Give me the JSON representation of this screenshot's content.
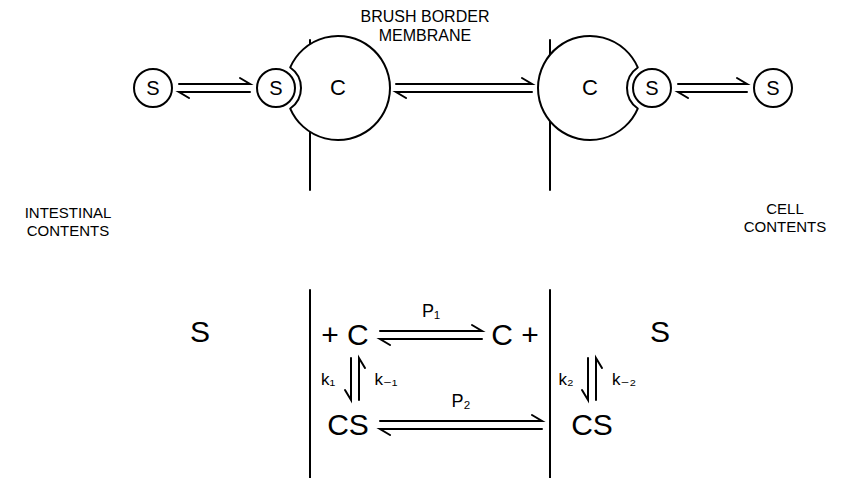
{
  "diagram": {
    "nodes": [
      {
        "text": [
          "S"
        ]
      },
      {
        "text": [
          "S"
        ]
      },
      {
        "text": [
          "C"
        ]
      },
      {
        "text": [
          "C"
        ]
      },
      {
        "text": [
          "S"
        ]
      },
      {
        "text": [
          "S"
        ]
      }
    ],
    "edges": [
      {
        "from": 0,
        "to": 1,
        "arrow": "both"
      },
      {
        "from": 2,
        "to": 3,
        "arrow": "both"
      },
      {
        "from": 4,
        "to": 5,
        "arrow": "both"
      }
    ],
    "labels": [
      "BRUSH BORDER MEMBRANE",
      "INTESTINAL CONTENTS",
      "CELL CONTENTS",
      "S",
      "+ C",
      "P₁",
      "C +",
      "S",
      "k₁",
      "k₋₁",
      "k₂",
      "k₋₂",
      "CS",
      "P₂",
      "CS"
    ]
  }
}
